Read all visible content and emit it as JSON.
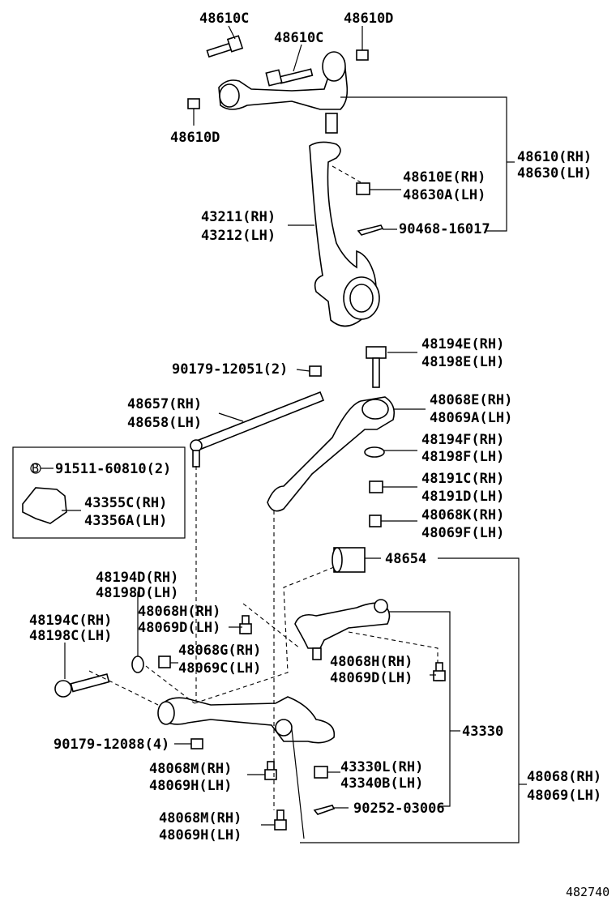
{
  "labels": {
    "a_48610c_1": "48610C",
    "a_48610c_2": "48610C",
    "a_48610d_1": "48610D",
    "a_48610d_2": "48610D",
    "a_48610_rh": "48610(RH)",
    "a_48630_lh": "48630(LH)",
    "a_48610e_rh": "48610E(RH)",
    "a_48630a_lh": "48630A(LH)",
    "a_43211_rh": "43211(RH)",
    "a_43212_lh": "43212(LH)",
    "a_90468": "90468-16017",
    "a_48194e_rh": "48194E(RH)",
    "a_48198e_lh": "48198E(LH)",
    "a_90179_12051": "90179-12051(2)",
    "a_48657_rh": "48657(RH)",
    "a_48658_lh": "48658(LH)",
    "a_48068e_rh": "48068E(RH)",
    "a_48069a_lh": "48069A(LH)",
    "a_48194f_rh": "48194F(RH)",
    "a_48198f_lh": "48198F(LH)",
    "a_91511_mark": "B",
    "a_91511": "91511-60810(2)",
    "a_43355c_rh": "43355C(RH)",
    "a_43356a_lh": "43356A(LH)",
    "a_48191c_rh": "48191C(RH)",
    "a_48191d_lh": "48191D(LH)",
    "a_48068k_rh": "48068K(RH)",
    "a_48069f_lh": "48069F(LH)",
    "a_48654": "48654",
    "a_48194d_rh": "48194D(RH)",
    "a_48198d_lh": "48198D(LH)",
    "a_48068h_rh_1": "48068H(RH)",
    "a_48069d_lh_1": "48069D(LH)",
    "a_48194c_rh": "48194C(RH)",
    "a_48198c_lh": "48198C(LH)",
    "a_48068g_rh": "48068G(RH)",
    "a_48069c_lh": "48069C(LH)",
    "a_48068h_rh_2": "48068H(RH)",
    "a_48069d_lh_2": "48069D(LH)",
    "a_43330": "43330",
    "a_90179_12088": "90179-12088(4)",
    "a_48068m_rh_1": "48068M(RH)",
    "a_48069h_lh_1": "48069H(LH)",
    "a_43330l_rh": "43330L(RH)",
    "a_43340b_lh": "43340B(LH)",
    "a_48068_rh": "48068(RH)",
    "a_48069_lh": "48069(LH)",
    "a_90252": "90252-03006",
    "a_48068m_rh_2": "48068M(RH)",
    "a_48069h_lh_2": "48069H(LH)",
    "a_ref": "482740"
  }
}
